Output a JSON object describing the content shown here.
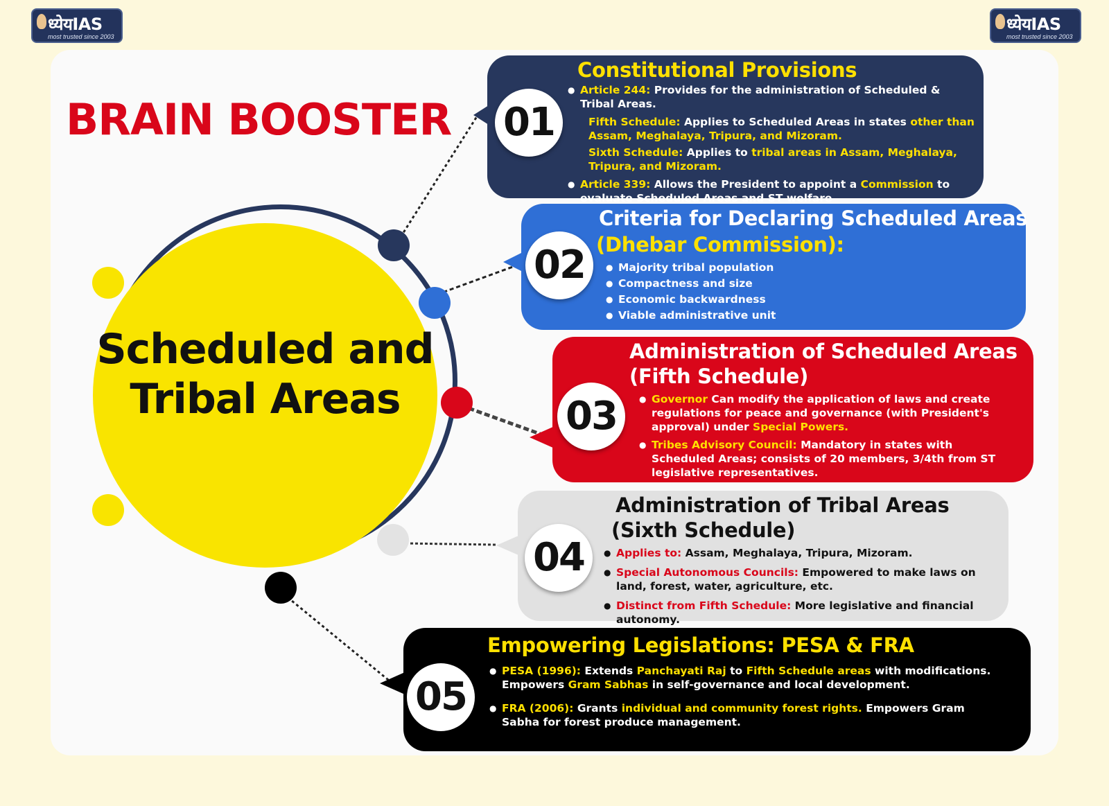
{
  "logo": {
    "name": "ध्येयIAS",
    "tagline": "most trusted since 2003"
  },
  "headline": "BRAIN BOOSTER",
  "center_title": "Scheduled and Tribal Areas",
  "colors": {
    "navy": "#27375d",
    "blue": "#2f6fd6",
    "red": "#d9061a",
    "grey": "#e0e0e0",
    "black": "#000000",
    "yellow": "#f9e400"
  },
  "sections": [
    {
      "number": "01",
      "title": "Constitutional Provisions",
      "items": [
        {
          "label": "Article 244:",
          "text": " Provides for the administration of Scheduled & Tribal Areas."
        },
        {
          "label": "Fifth Schedule:",
          "text": " Applies to Scheduled Areas in states ",
          "highlight": "other than Assam, Meghalaya, Tripura, and Mizoram."
        },
        {
          "label": "Sixth Schedule:",
          "text": " Applies to ",
          "highlight": "tribal areas in Assam, Meghalaya, Tripura, and Mizoram."
        },
        {
          "label": "Article 339:",
          "text": " Allows the President to appoint a ",
          "highlight": "Commission",
          "tail": " to evaluate Scheduled Areas and ST welfare"
        }
      ]
    },
    {
      "number": "02",
      "title": "Criteria for Declaring Scheduled Areas",
      "subtitle": "(Dhebar Commission):",
      "items": [
        "Majority tribal population",
        "Compactness and size",
        "Economic backwardness",
        "Viable administrative unit"
      ]
    },
    {
      "number": "03",
      "title": "Administration of Scheduled Areas",
      "subtitle": "(Fifth Schedule)",
      "items": [
        {
          "label": "Governor",
          "text": " Can modify the application of laws and create regulations for peace and governance (with President's approval) under ",
          "highlight": "Special Powers."
        },
        {
          "label": "Tribes Advisory Council:",
          "text": " Mandatory in states with Scheduled Areas; consists of 20 members, 3/4th from ST legislative representatives."
        }
      ]
    },
    {
      "number": "04",
      "title": "Administration of Tribal Areas",
      "subtitle": "(Sixth Schedule)",
      "items": [
        {
          "label": "Applies to:",
          "text": " Assam, Meghalaya, Tripura, Mizoram."
        },
        {
          "label": "Special Autonomous Councils:",
          "text": " Empowered to make laws on land, forest, water, agriculture, etc."
        },
        {
          "label": "Distinct from Fifth Schedule:",
          "text": " More legislative and financial autonomy."
        }
      ]
    },
    {
      "number": "05",
      "title": "Empowering Legislations: PESA & FRA",
      "items": [
        {
          "label": "PESA (1996):",
          "text": " Extends ",
          "h1": "Panchayati Raj",
          "t2": " to ",
          "h2": "Fifth Schedule areas",
          "t3": " with modifications. Empowers ",
          "h3": "Gram Sabhas",
          "t4": " in self-governance and local development."
        },
        {
          "label": "FRA (2006):",
          "text": " Grants ",
          "highlight": "individual and community forest rights.",
          "tail": " Empowers Gram Sabha for forest produce management."
        }
      ]
    }
  ]
}
